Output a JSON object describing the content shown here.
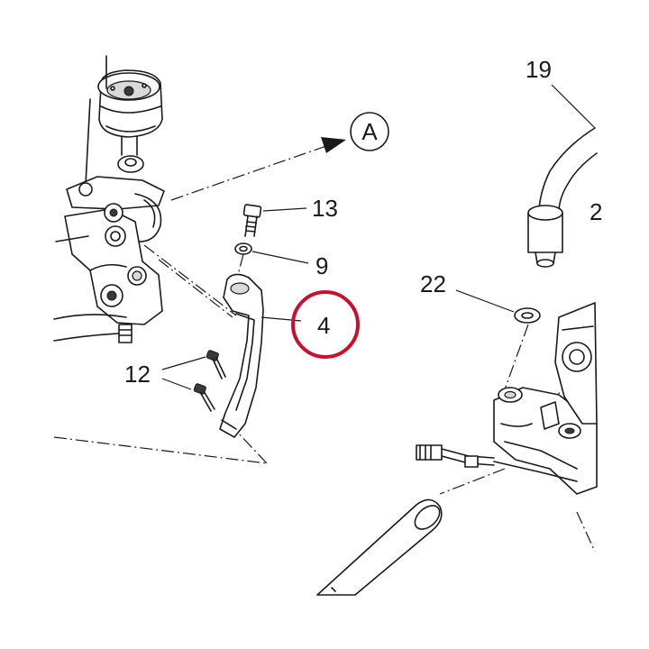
{
  "diagram": {
    "highlight_color": "#c8102e",
    "line_color": "#1a1a1a",
    "callouts": {
      "c19": "19",
      "c13": "13",
      "c9": "9",
      "c22": "22",
      "c4": "4",
      "c12": "12",
      "cA": "A",
      "c2": "2"
    }
  }
}
